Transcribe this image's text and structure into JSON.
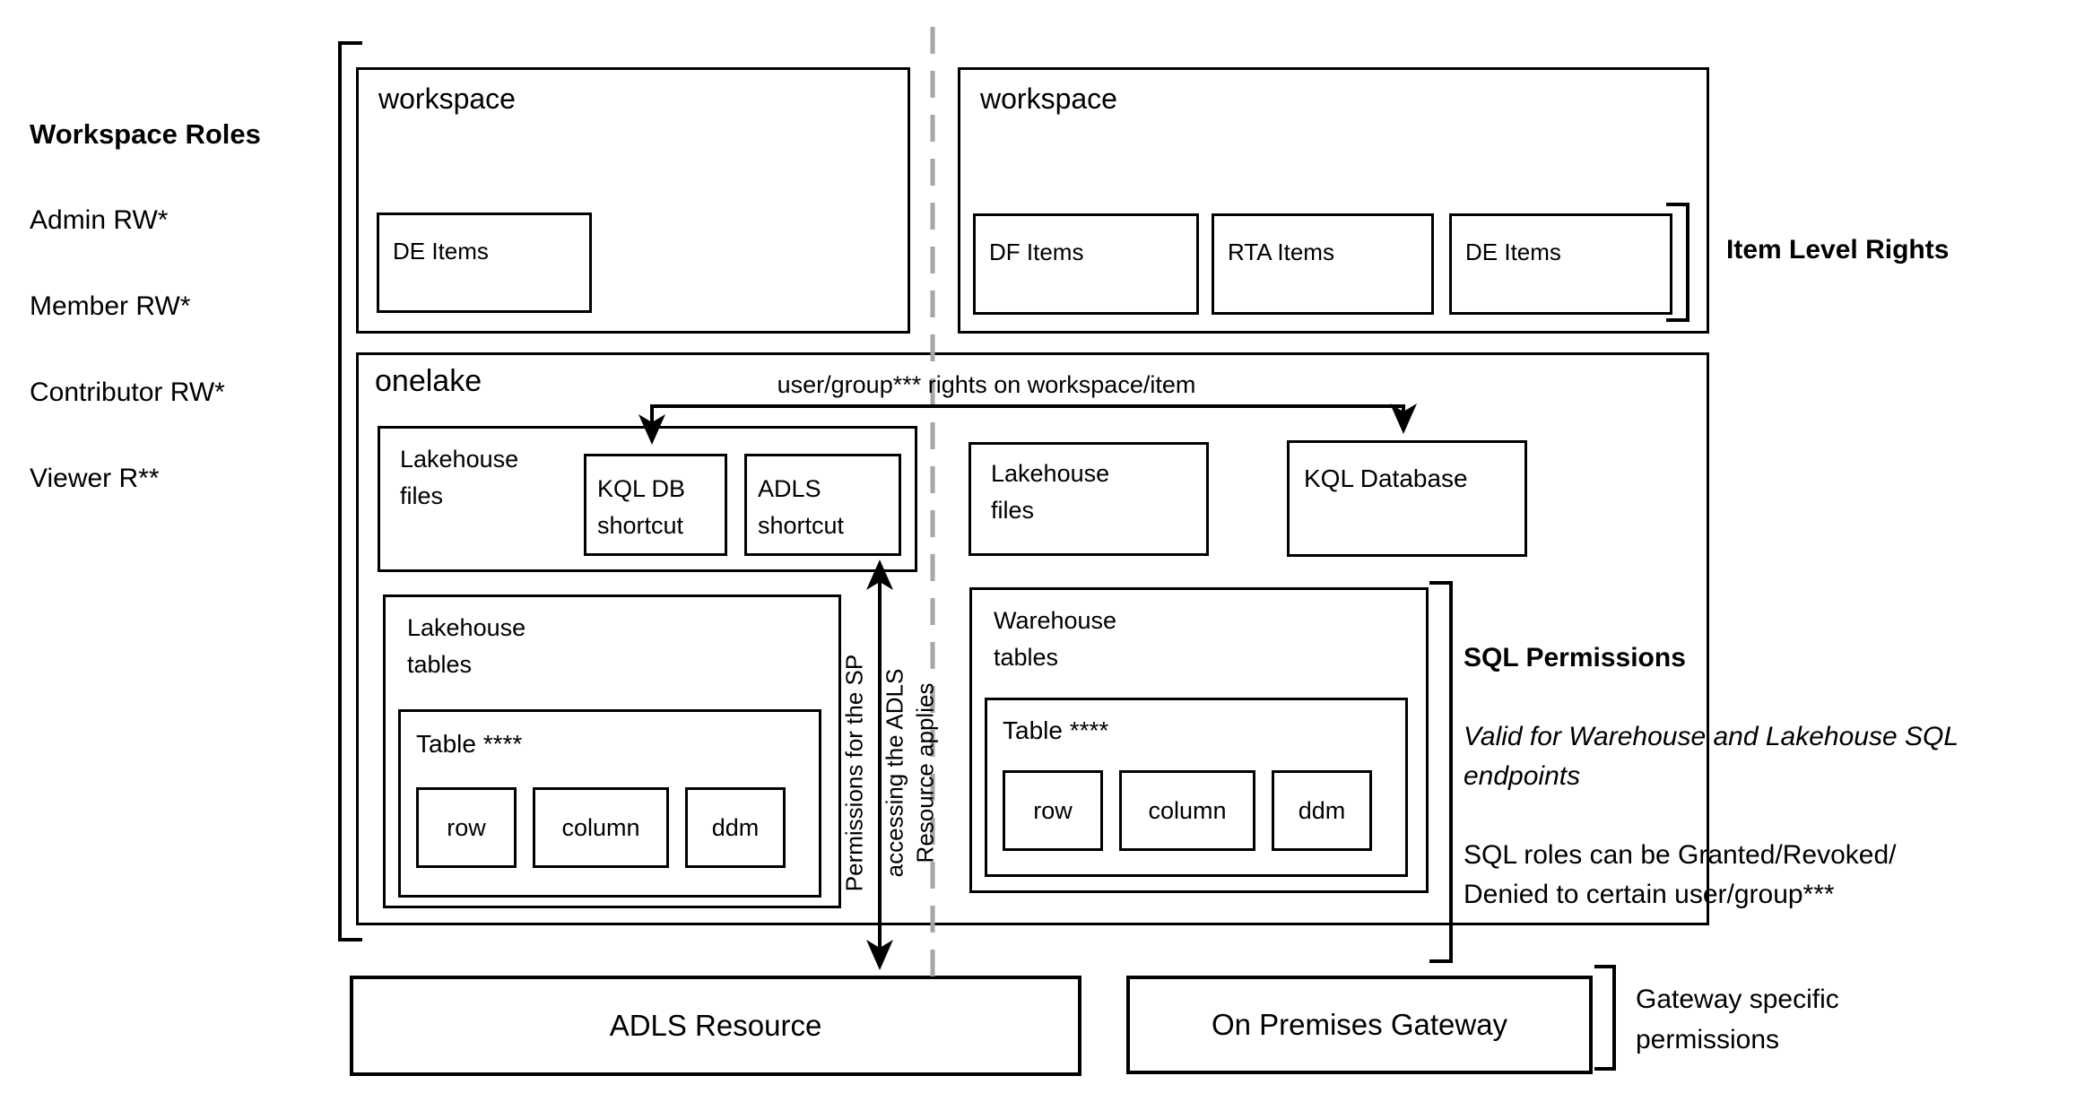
{
  "colors": {
    "background": "#ffffff",
    "line": "#000000",
    "text": "#000000",
    "dashed_divider": "#a6a6a6"
  },
  "legend": {
    "title": "Workspace Roles",
    "roles": [
      "Admin RW*",
      "Member RW*",
      "Contributor RW*",
      "Viewer  R**"
    ]
  },
  "workspaces": {
    "left": {
      "title": "workspace",
      "items": [
        "DE Items"
      ]
    },
    "right": {
      "title": "workspace",
      "items": [
        "DF Items",
        "RTA Items",
        "DE Items"
      ]
    }
  },
  "onelake": {
    "title": "onelake",
    "connector_label": "user/group*** rights on workspace/item",
    "lakehouse_files_left": {
      "label": "Lakehouse\nfiles",
      "shortcuts": [
        "KQL DB\nshortcut",
        "ADLS\nshortcut"
      ]
    },
    "lakehouse_files_right": {
      "label": "Lakehouse\nfiles"
    },
    "kql_database": {
      "label": "KQL Database"
    },
    "lakehouse_tables": {
      "label": "Lakehouse\ntables",
      "table_label": "Table ****",
      "cells": [
        "row",
        "column",
        "ddm"
      ]
    },
    "warehouse_tables": {
      "label": "Warehouse\ntables",
      "table_label": "Table ****",
      "cells": [
        "row",
        "column",
        "ddm"
      ]
    }
  },
  "annotations": {
    "item_level_rights": "Item Level Rights",
    "sql_permissions_title": "SQL Permissions",
    "sql_permissions_subtitle": "Valid for Warehouse and Lakehouse SQL\nendpoints",
    "sql_permissions_body": "SQL roles can be Granted/Revoked/\nDenied to certain user/group***",
    "gateway_note": "Gateway specific\npermissions",
    "sp_note_line1": "Permissions for the SP",
    "sp_note_line2": "accessing the  ADLS",
    "sp_note_line3": "Resource applies"
  },
  "bottom": {
    "adls_resource": "ADLS Resource",
    "on_premises_gateway": "On Premises Gateway"
  }
}
